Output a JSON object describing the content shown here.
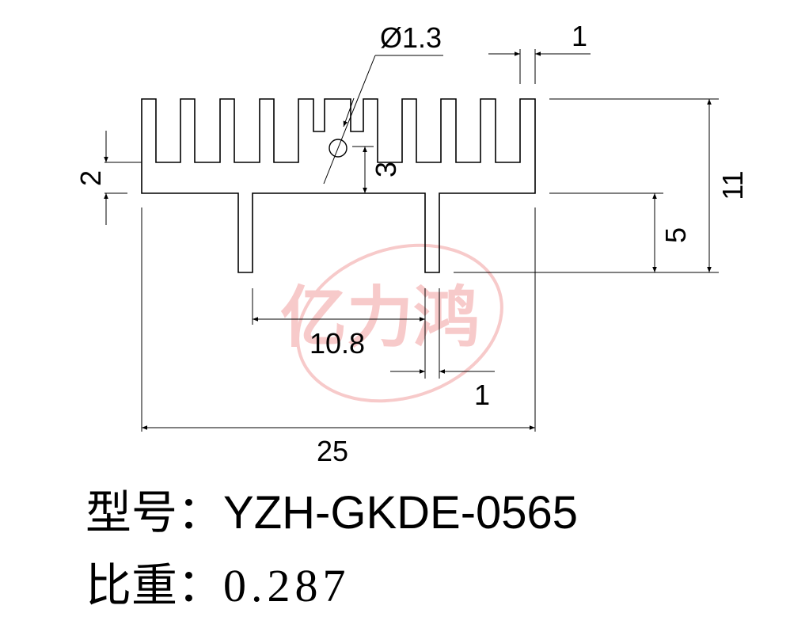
{
  "dimensions": {
    "hole_diameter": "Ø1.3",
    "fin_thickness": "1",
    "base_thickness": "2",
    "slot_depth": "3",
    "total_height": "11",
    "leg_height": "5",
    "leg_spacing": "10.8",
    "leg_thickness": "1",
    "total_width": "25"
  },
  "watermark": {
    "text": "亿力鸿",
    "color": "#f08080"
  },
  "spec": {
    "model_label": "型号：",
    "model_value": "YZH-GKDE-0565",
    "weight_label": "比重：",
    "weight_value": "0.287"
  }
}
